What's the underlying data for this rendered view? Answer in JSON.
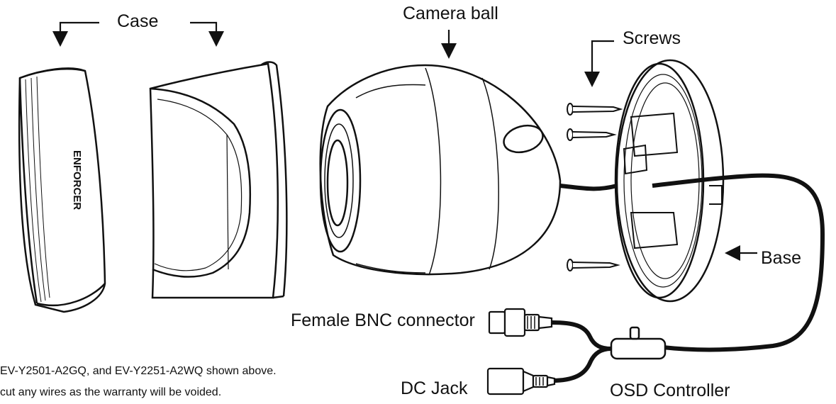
{
  "labels": {
    "case": "Case",
    "camera_ball": "Camera ball",
    "screws": "Screws",
    "base": "Base",
    "female_bnc": "Female BNC connector",
    "dc_jack": "DC Jack",
    "osd_controller": "OSD Controller"
  },
  "brand": "ENFORCER",
  "notes": [
    "EV-Y2501-A2GQ, and EV-Y2251-A2WQ shown above.",
    "cut any wires as the warranty will be voided."
  ],
  "colors": {
    "line": "#111111",
    "background": "#ffffff"
  }
}
